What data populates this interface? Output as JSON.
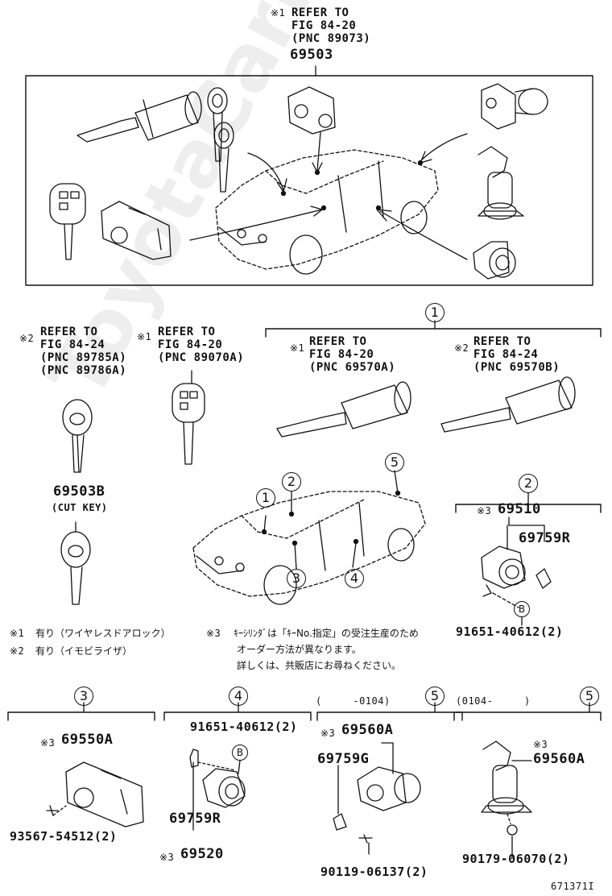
{
  "watermark": "ToyotaCarMiner.ru",
  "top": {
    "ref_mark": "※1",
    "ref_lines": [
      "REFER TO",
      "FIG 84-20",
      "(PNC 89073)"
    ],
    "part": "69503"
  },
  "left_keys": {
    "ref2_mark": "※2",
    "ref2_lines": [
      "REFER TO",
      "FIG 84-24",
      "(PNC 89785A)",
      "(PNC 89786A)"
    ],
    "ref1_mark": "※1",
    "ref1_lines": [
      "REFER TO",
      "FIG 84-20",
      "(PNC 89070A)"
    ],
    "cut_key_part": "69503B",
    "cut_key_label": "(CUT KEY)"
  },
  "group1": {
    "num": "1",
    "ref1_mark": "※1",
    "ref1_lines": [
      "REFER TO",
      "FIG 84-20",
      "(PNC 69570A)"
    ],
    "ref2_mark": "※2",
    "ref2_lines": [
      "REFER TO",
      "FIG 84-24",
      "(PNC 69570B)"
    ]
  },
  "car_callouts": [
    "1",
    "2",
    "3",
    "4",
    "5"
  ],
  "group2": {
    "num": "2",
    "mark": "※3",
    "part_a": "69510",
    "part_b": "69759R",
    "b_ref": "B",
    "bolt": "91651-40612(2)"
  },
  "notes": {
    "n1_mark": "※1",
    "n1_text": "有り（ワイヤレスドアロック）",
    "n2_mark": "※2",
    "n2_text": "有り（イモビライザ）",
    "n3_mark": "※3",
    "n3_lines": [
      "ｷｰｼﾘﾝﾀﾞは「ｷｰNo.指定」の受注生産のため",
      "オーダー方法が異なります。",
      "詳しくは、共販店にお尋ねください。"
    ]
  },
  "group3": {
    "num": "3",
    "mark": "※3",
    "part": "69550A",
    "screw": "93567-54512(2)"
  },
  "group4": {
    "num": "4",
    "bolt": "91651-40612(2)",
    "b_ref": "B",
    "part_a": "69759R",
    "mark": "※3",
    "part_b": "69520"
  },
  "group5a": {
    "num": "5",
    "range": "(     -0104)",
    "mark": "※3",
    "part_a": "69560A",
    "part_b": "69759G",
    "screw": "90119-06137(2)"
  },
  "group5b": {
    "num": "5",
    "range": "(0104-     )",
    "mark": "※3",
    "part": "69560A",
    "nut": "90179-06070(2)"
  },
  "figure_id": "671371I"
}
